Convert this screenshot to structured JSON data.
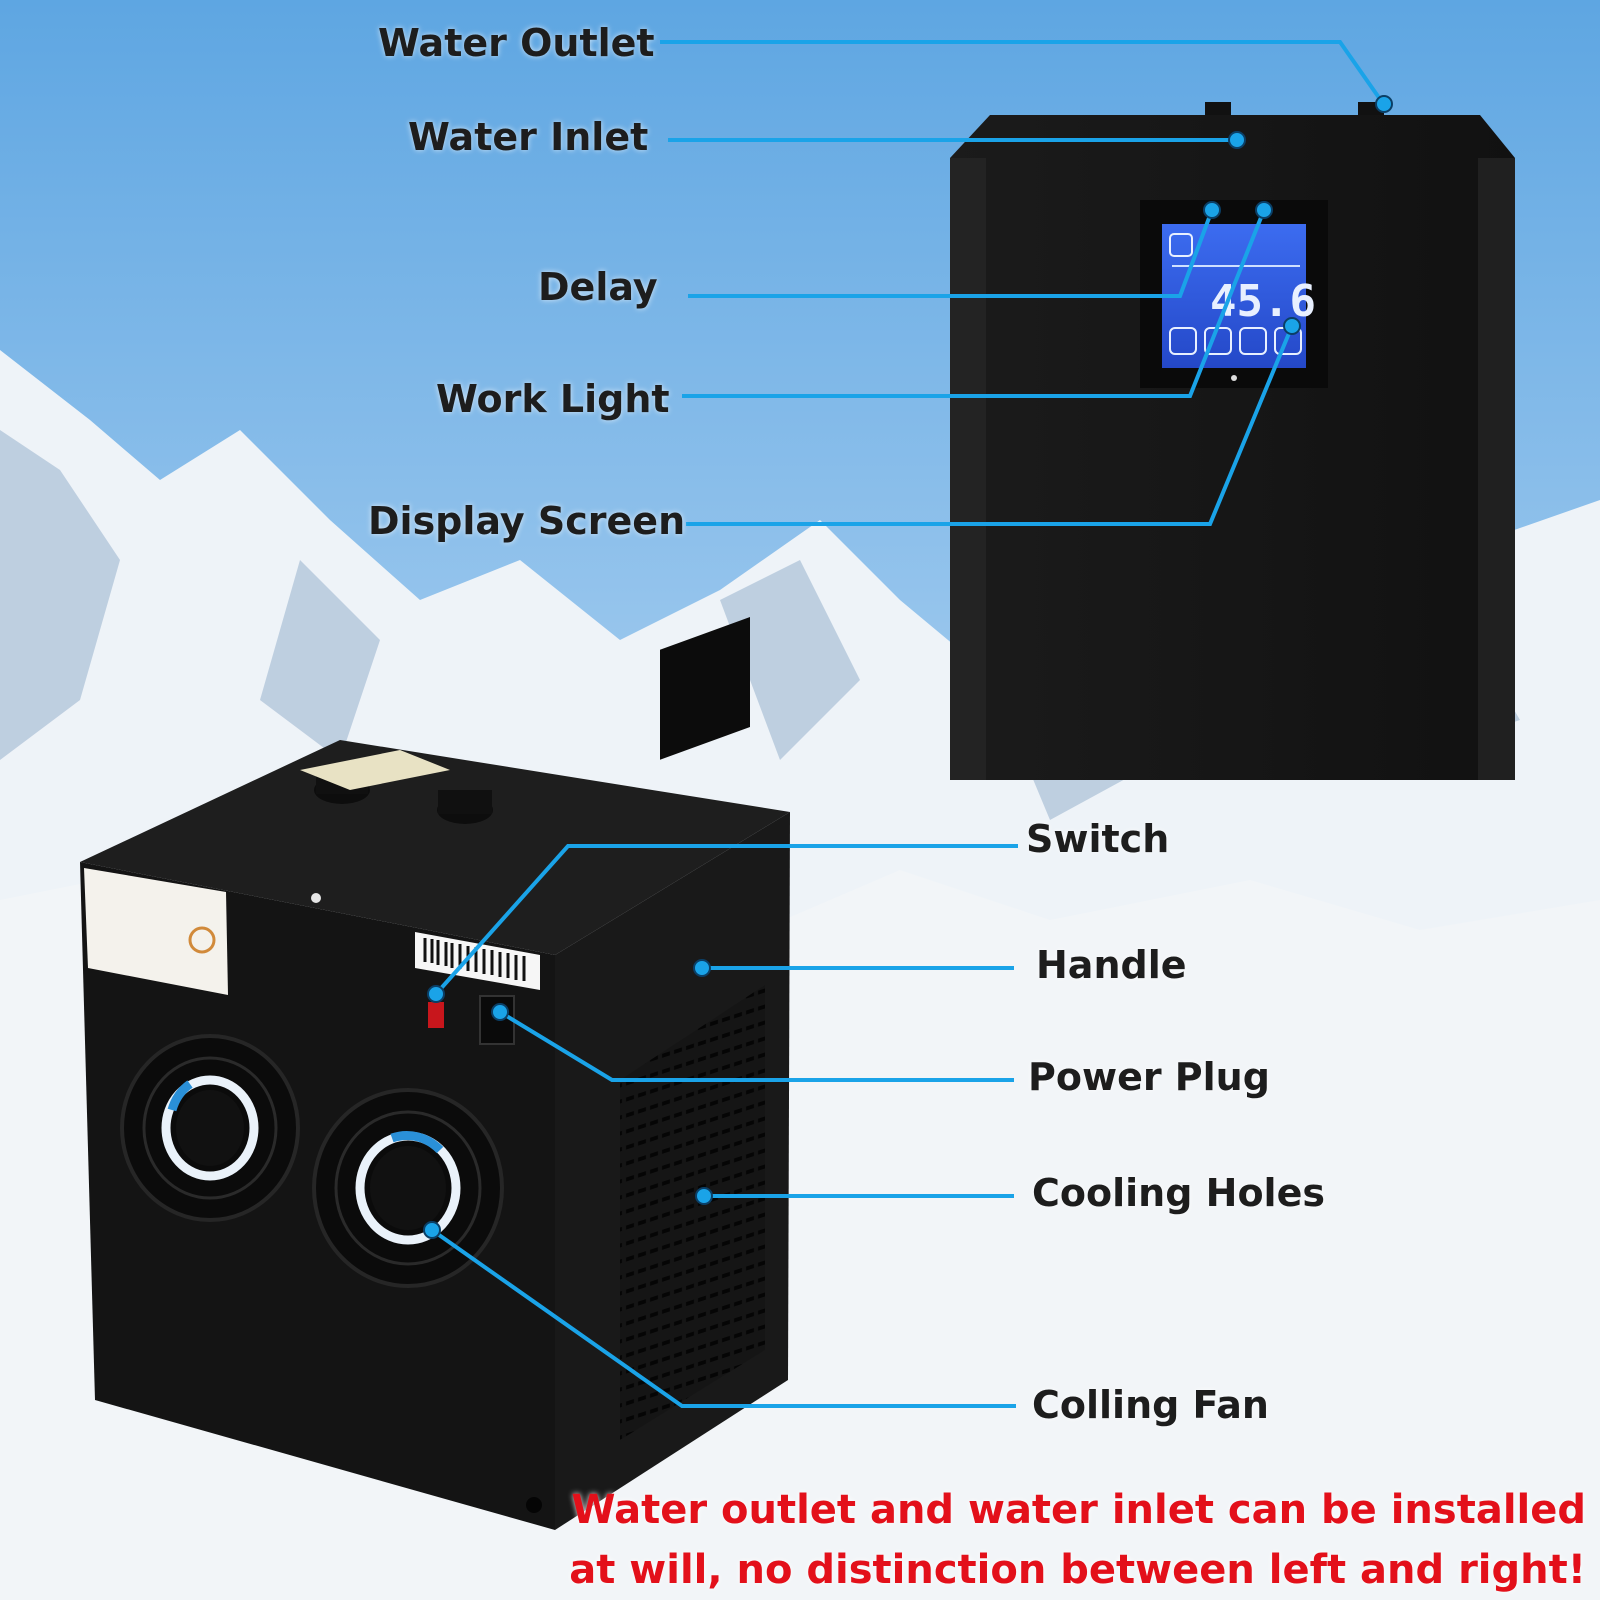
{
  "labels": {
    "water_outlet": "Water Outlet",
    "water_inlet": "Water Inlet",
    "delay": "Delay",
    "work_light": "Work Light",
    "display_screen": "Display Screen",
    "switch": "Switch",
    "handle": "Handle",
    "power_plug": "Power Plug",
    "cooling_holes": "Cooling Holes",
    "colling_fan": "Colling Fan"
  },
  "display": {
    "reading": "45.6"
  },
  "note": {
    "line1": "Water outlet and water inlet can be installed",
    "line2": "at will, no distinction between left and right!"
  },
  "colors": {
    "callout": "#1aa3e8",
    "note": "#e3101a",
    "body": "#1a1a1a",
    "screen": "#2f5fe0"
  },
  "icons": [
    "fan-icon",
    "snowflake-icon",
    "barcode",
    "nameplate-label"
  ]
}
